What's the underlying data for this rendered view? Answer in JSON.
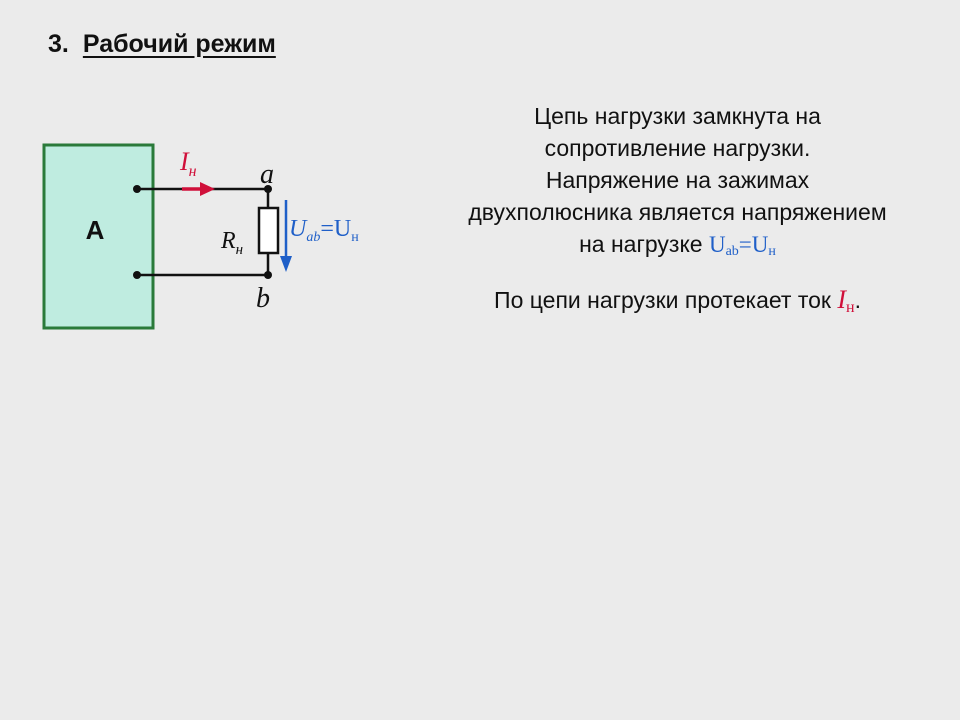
{
  "heading": {
    "number": "3.",
    "title": "Рабочий режим"
  },
  "circuit": {
    "box_label": "A",
    "current_symbol": "I",
    "current_sub": "н",
    "node_a": "a",
    "node_b": "b",
    "resistor_symbol": "R",
    "resistor_sub": "н",
    "voltage_u1": "U",
    "voltage_sub_ab": "ab",
    "voltage_eq": "=U",
    "voltage_sub_n": "н"
  },
  "description": {
    "line1": "Цепь нагрузки замкнута на",
    "line2": "сопротивление нагрузки.",
    "line3": "Напряжение на зажимах",
    "line4": "двухполюсника является напряжением",
    "line5_text": "на нагрузке ",
    "line5_u1": "U",
    "line5_sub_ab": "ab",
    "line5_eq": "=U",
    "line5_sub_n": "н",
    "line6_text": "По цепи нагрузки протекает ток ",
    "line6_i": "I",
    "line6_sub": "н",
    "line6_end": "."
  },
  "colors": {
    "box_fill": "#bfece0",
    "box_stroke": "#2a7a3a",
    "current_color": "#d0103a",
    "voltage_color": "#1f5fc8"
  }
}
